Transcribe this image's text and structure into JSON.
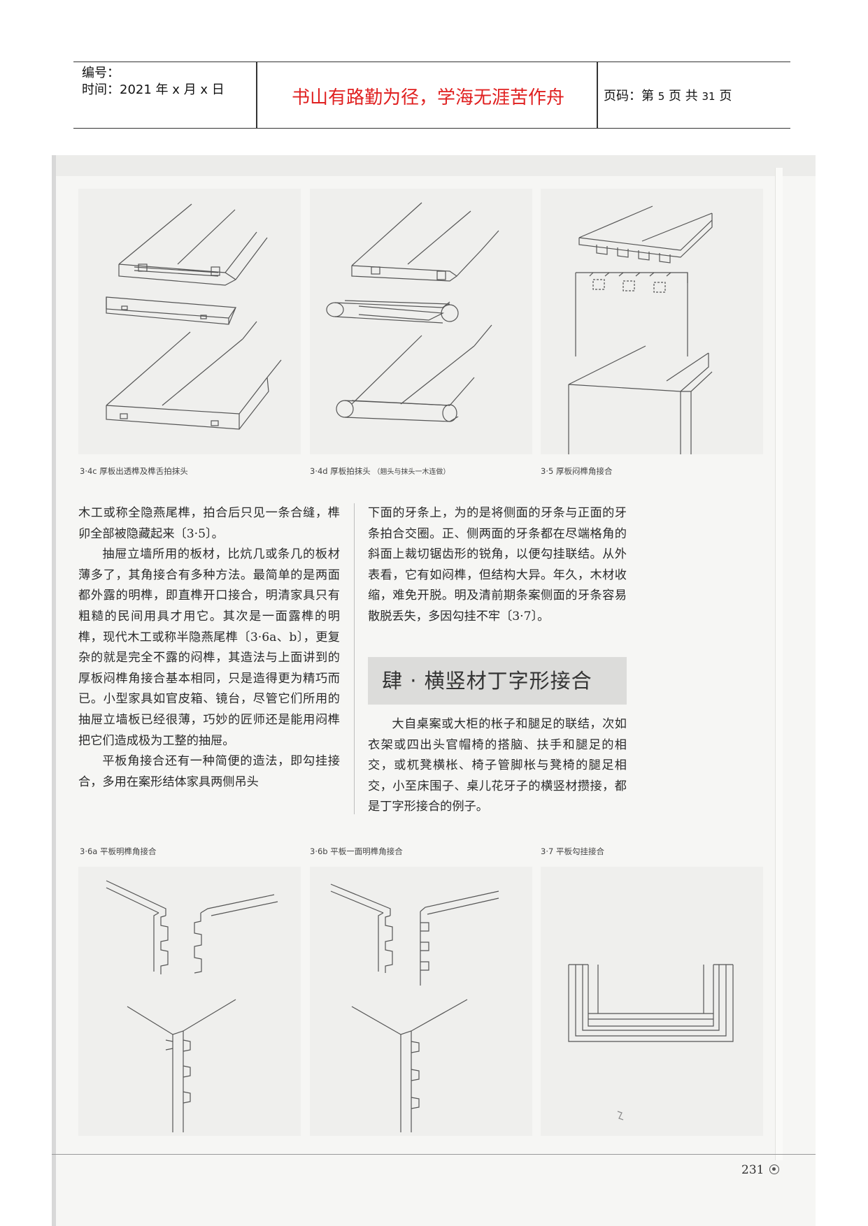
{
  "header": {
    "number_label": "编号：",
    "time_label": "时间：2021 年 x 月 x 日",
    "motto": "书山有路勤为径，学海无涯苦作舟",
    "page_prefix": "页码：第",
    "page_current": "5",
    "page_middle": "页  共",
    "page_total": "31",
    "page_suffix": "页"
  },
  "captions": {
    "c34c": "3·4c  厚板出透榫及榫舌拍抹头",
    "c34d_main": "3·4d  厚板拍抹头",
    "c34d_note": "（翘头与抹头一木连做）",
    "c35": "3·5   厚板闷榫角接合",
    "c36a": "3·6a  平板明榫角接合",
    "c36b": "3·6b  平板一面明榫角接合",
    "c37": "3·7   平板勾挂接合"
  },
  "body": {
    "left": [
      "木工或称全隐燕尾榫，拍合后只见一条合缝，榫卯全部被隐藏起来〔3·5〕。",
      "抽屉立墙所用的板材，比炕几或条几的板材薄多了，其角接合有多种方法。最简单的是两面都外露的明榫，即直榫开口接合，明清家具只有粗糙的民间用具才用它。其次是一面露榫的明榫，现代木工或称半隐燕尾榫〔3·6a、b〕，更复杂的就是完全不露的闷榫，其造法与上面讲到的厚板闷榫角接合基本相同，只是造得更为精巧而已。小型家具如官皮箱、镜台，尽管它们所用的抽屉立墙板已经很薄，巧妙的匠师还是能用闷榫把它们造成极为工整的抽屉。",
      "平板角接合还有一种简便的造法，即勾挂接合，多用在案形结体家具两侧吊头"
    ],
    "right_top": "下面的牙条上，为的是将侧面的牙条与正面的牙条拍合交圈。正、侧两面的牙条都在尽端格角的斜面上裁切锯齿形的锐角，以便勾挂联结。从外表看，它有如闷榫，但结构大异。年久，木材收缩，难免开脱。明及清前期条案侧面的牙条容易散脱丢失，多因勾挂不牢〔3·7〕。",
    "section_title": "肆 · 横竖材丁字形接合",
    "right_bottom": "大自桌案或大柜的枨子和腿足的联结，次如衣架或四出头官帽椅的搭脑、扶手和腿足的相交，或杌凳横枨、椅子管脚枨与凳椅的腿足相交，小至床围子、桌儿花牙子的横竖材攒接，都是丁字形接合的例子。"
  },
  "page_number": "231"
}
